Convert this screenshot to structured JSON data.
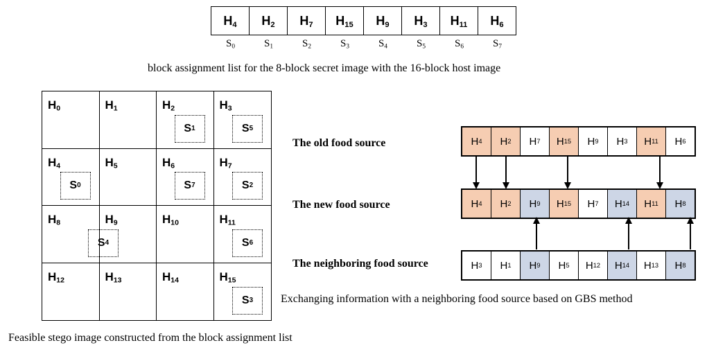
{
  "assignment_list": {
    "cells": [
      {
        "main": "H",
        "sub": "4"
      },
      {
        "main": "H",
        "sub": "2"
      },
      {
        "main": "H",
        "sub": "7"
      },
      {
        "main": "H",
        "sub": "15"
      },
      {
        "main": "H",
        "sub": "9"
      },
      {
        "main": "H",
        "sub": "3"
      },
      {
        "main": "H",
        "sub": "11"
      },
      {
        "main": "H",
        "sub": "6"
      }
    ],
    "secret_labels": [
      {
        "main": "S",
        "sub": "0"
      },
      {
        "main": "S",
        "sub": "1"
      },
      {
        "main": "S",
        "sub": "2"
      },
      {
        "main": "S",
        "sub": "3"
      },
      {
        "main": "S",
        "sub": "4"
      },
      {
        "main": "S",
        "sub": "5"
      },
      {
        "main": "S",
        "sub": "6"
      },
      {
        "main": "S",
        "sub": "7"
      }
    ],
    "caption": "block assignment list for the 8-block secret image with the 16-block host image"
  },
  "stego_grid": {
    "cells": [
      {
        "h": "0",
        "s": ""
      },
      {
        "h": "1",
        "s": ""
      },
      {
        "h": "2",
        "s": "1"
      },
      {
        "h": "3",
        "s": "5"
      },
      {
        "h": "4",
        "s": "0"
      },
      {
        "h": "5",
        "s": ""
      },
      {
        "h": "6",
        "s": "7"
      },
      {
        "h": "7",
        "s": "2"
      },
      {
        "h": "8",
        "s": ""
      },
      {
        "h": "9",
        "s": "4"
      },
      {
        "h": "10",
        "s": ""
      },
      {
        "h": "11",
        "s": "6"
      },
      {
        "h": "12",
        "s": ""
      },
      {
        "h": "13",
        "s": ""
      },
      {
        "h": "14",
        "s": ""
      },
      {
        "h": "15",
        "s": "3"
      }
    ],
    "caption": "Feasible stego image constructed from the block assignment list"
  },
  "food_sources": {
    "colors": {
      "orange": "#f6cdb2",
      "blue": "#cdd6e6",
      "white": "#ffffff"
    },
    "rows": [
      {
        "label": "The old food source",
        "cells": [
          {
            "sub": "4",
            "color": "orange"
          },
          {
            "sub": "2",
            "color": "orange"
          },
          {
            "sub": "7",
            "color": "white"
          },
          {
            "sub": "15",
            "color": "orange"
          },
          {
            "sub": "9",
            "color": "white"
          },
          {
            "sub": "3",
            "color": "white"
          },
          {
            "sub": "11",
            "color": "orange"
          },
          {
            "sub": "6",
            "color": "white"
          }
        ]
      },
      {
        "label": "The new food source",
        "cells": [
          {
            "sub": "4",
            "color": "orange"
          },
          {
            "sub": "2",
            "color": "orange"
          },
          {
            "sub": "9",
            "color": "blue"
          },
          {
            "sub": "15",
            "color": "orange"
          },
          {
            "sub": "7",
            "color": "white"
          },
          {
            "sub": "14",
            "color": "blue"
          },
          {
            "sub": "11",
            "color": "orange"
          },
          {
            "sub": "8",
            "color": "blue"
          }
        ]
      },
      {
        "label": "The neighboring food source",
        "cells": [
          {
            "sub": "3",
            "color": "white"
          },
          {
            "sub": "1",
            "color": "white"
          },
          {
            "sub": "9",
            "color": "blue"
          },
          {
            "sub": "5",
            "color": "white"
          },
          {
            "sub": "12",
            "color": "white"
          },
          {
            "sub": "14",
            "color": "blue"
          },
          {
            "sub": "13",
            "color": "white"
          },
          {
            "sub": "8",
            "color": "blue"
          }
        ]
      }
    ],
    "caption": "Exchanging information with a neighboring food source based on GBS method"
  }
}
